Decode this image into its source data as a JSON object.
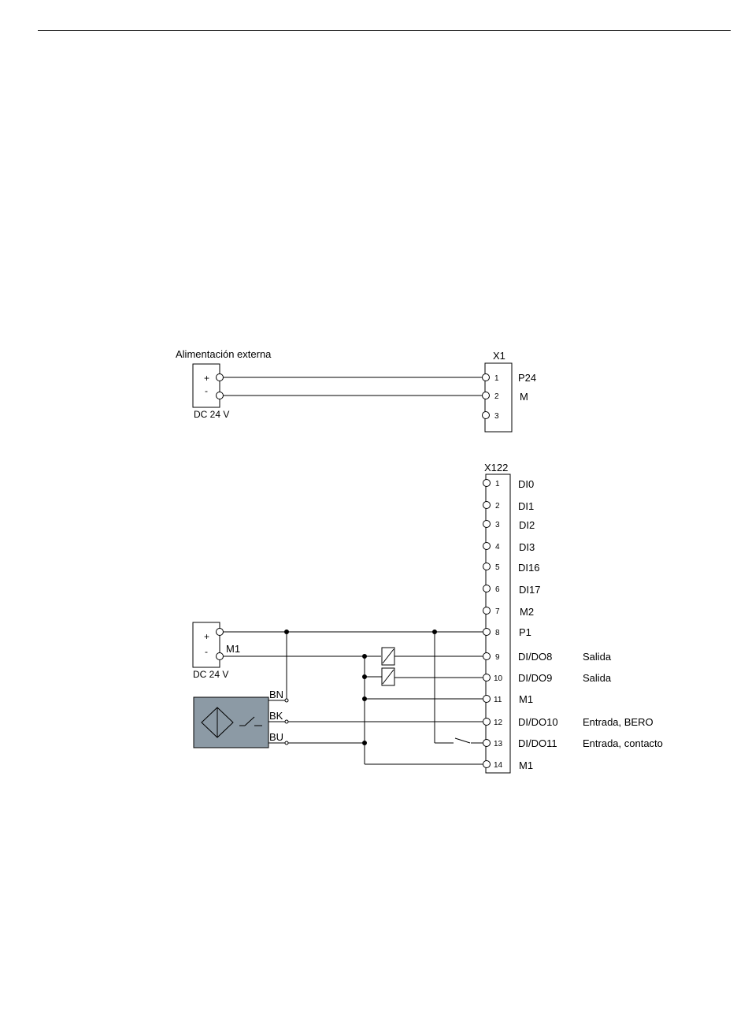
{
  "ext_supply": {
    "title": "Alimentación externa",
    "plus": "+",
    "minus": "-",
    "voltage": "DC 24 V"
  },
  "x1": {
    "name": "X1",
    "terminals": [
      {
        "num": "1",
        "signal": "P24"
      },
      {
        "num": "2",
        "signal": "M"
      },
      {
        "num": "3",
        "signal": ""
      }
    ]
  },
  "supply2": {
    "plus": "+",
    "minus": "-",
    "m1_label": "M1",
    "voltage": "DC 24 V"
  },
  "x122": {
    "name": "X122",
    "terminals": [
      {
        "num": "1",
        "signal": "DI0",
        "note": ""
      },
      {
        "num": "2",
        "signal": "DI1",
        "note": ""
      },
      {
        "num": "3",
        "signal": "DI2",
        "note": ""
      },
      {
        "num": "4",
        "signal": "DI3",
        "note": ""
      },
      {
        "num": "5",
        "signal": "DI16",
        "note": ""
      },
      {
        "num": "6",
        "signal": "DI17",
        "note": ""
      },
      {
        "num": "7",
        "signal": "M2",
        "note": ""
      },
      {
        "num": "8",
        "signal": "P1",
        "note": ""
      },
      {
        "num": "9",
        "signal": "DI/DO8",
        "note": "Salida"
      },
      {
        "num": "10",
        "signal": "DI/DO9",
        "note": "Salida"
      },
      {
        "num": "11",
        "signal": "M1",
        "note": ""
      },
      {
        "num": "12",
        "signal": "DI/DO10",
        "note": "Entrada, BERO"
      },
      {
        "num": "13",
        "signal": "DI/DO11",
        "note": "Entrada, contacto"
      },
      {
        "num": "14",
        "signal": "M1",
        "note": ""
      }
    ]
  },
  "sensor": {
    "wire_bn": "BN",
    "wire_bk": "BK",
    "wire_bu": "BU",
    "body_color": "#8c9aa5"
  }
}
